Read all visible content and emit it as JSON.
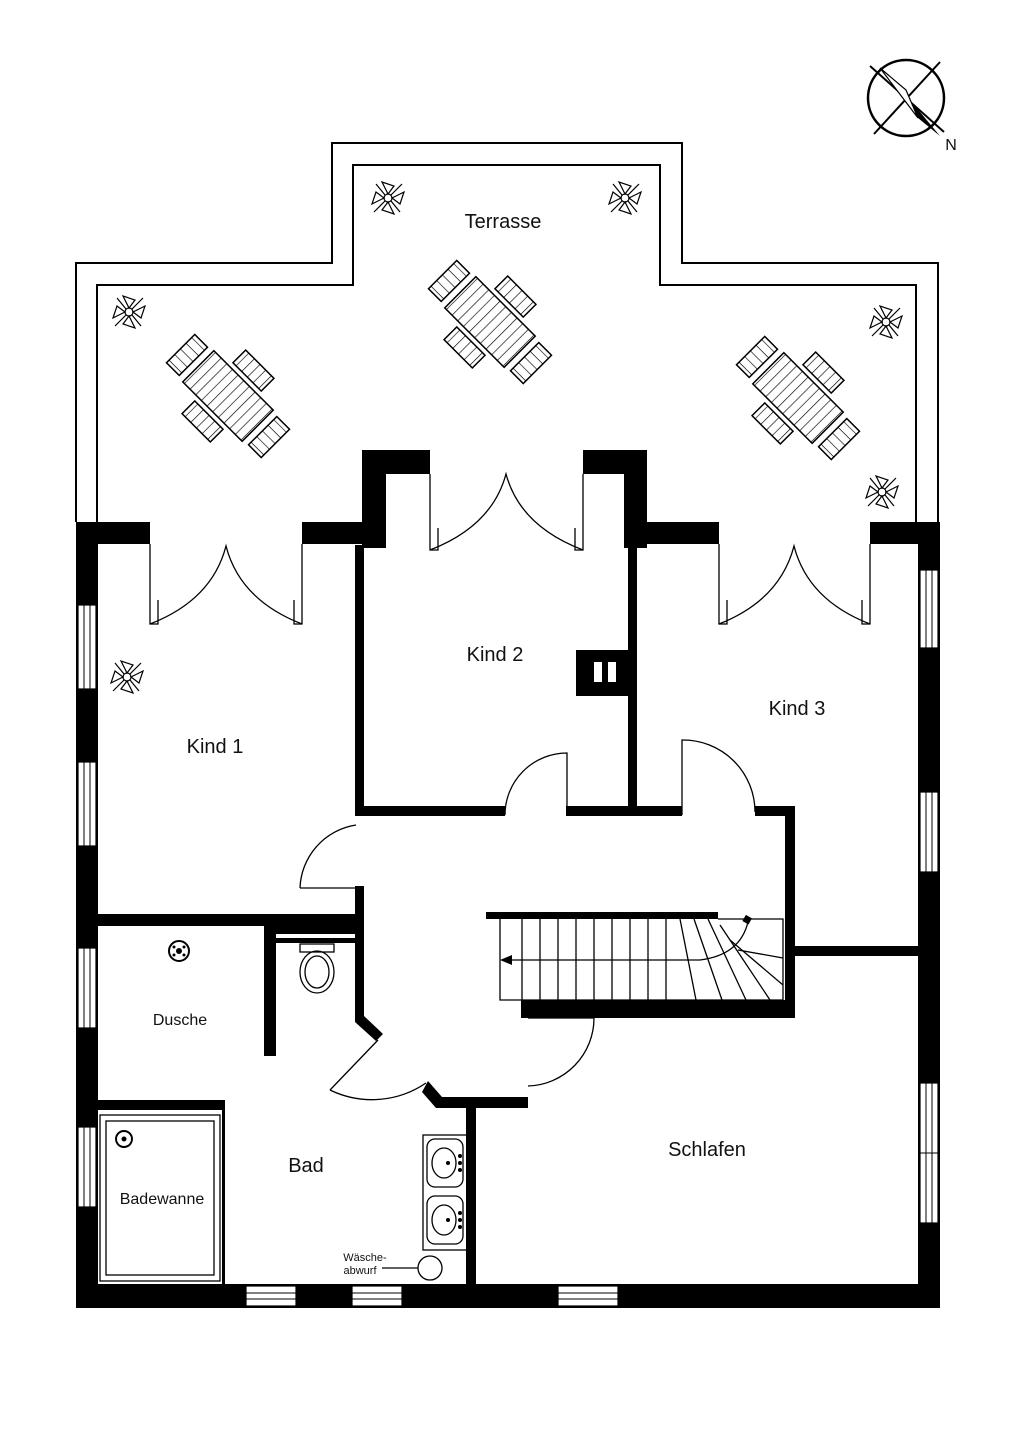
{
  "rooms": {
    "terrasse": "Terrasse",
    "kind1": "Kind 1",
    "kind2": "Kind 2",
    "kind3": "Kind 3",
    "dusche": "Dusche",
    "bad": "Bad",
    "badewanne": "Badewanne",
    "schlafen": "Schlafen",
    "waesche_line1": "Wäsche-",
    "waesche_line2": "abwurf"
  },
  "compass": {
    "label": "N"
  },
  "colors": {
    "wall": "#000000",
    "background": "#ffffff"
  }
}
